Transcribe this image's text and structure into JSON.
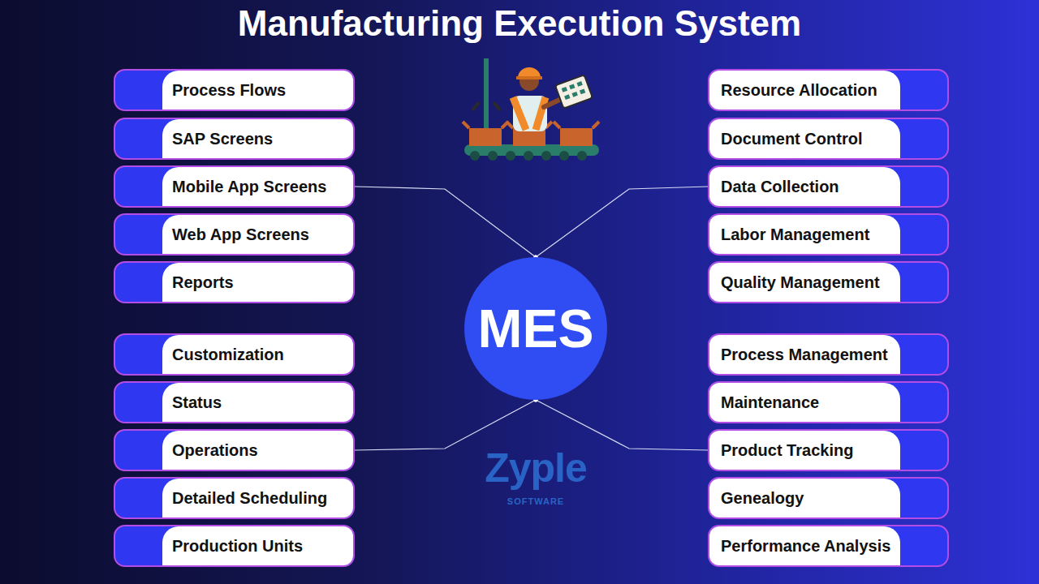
{
  "diagram": {
    "title": "Manufacturing Execution System",
    "nodes": [
      {
        "text": [
          "Process Flows"
        ]
      },
      {
        "text": [
          "SAP Screens"
        ]
      },
      {
        "text": [
          "Mobile App Screens"
        ]
      },
      {
        "text": [
          "Web App Screens"
        ]
      },
      {
        "text": [
          "Reports"
        ]
      },
      {
        "text": [
          "Resource Allocation"
        ]
      },
      {
        "text": [
          "Document Control"
        ]
      },
      {
        "text": [
          "Data Collection"
        ]
      },
      {
        "text": [
          "Labor Management"
        ]
      },
      {
        "text": [
          "Quality Management"
        ]
      },
      {
        "text": [
          "MES"
        ]
      },
      {
        "text": [
          "Customization"
        ]
      },
      {
        "text": [
          "Status"
        ]
      },
      {
        "text": [
          "Operations"
        ]
      },
      {
        "text": [
          "Detailed Scheduling"
        ]
      },
      {
        "text": [
          "Production Units"
        ]
      },
      {
        "text": [
          "Process Management"
        ]
      },
      {
        "text": [
          "Maintenance"
        ]
      },
      {
        "text": [
          "Product Tracking"
        ]
      },
      {
        "text": [
          "Genealogy"
        ]
      },
      {
        "text": [
          "Performance Analysis"
        ]
      }
    ],
    "edges": [
      {
        "from": 2,
        "to": 10,
        "arrow": "none"
      },
      {
        "from": 7,
        "to": 10,
        "arrow": "none"
      },
      {
        "from": 13,
        "to": 10,
        "arrow": "none"
      },
      {
        "from": 18,
        "to": 10,
        "arrow": "none"
      }
    ],
    "labels": [
      "Zyple",
      "SOFTWARE"
    ]
  }
}
